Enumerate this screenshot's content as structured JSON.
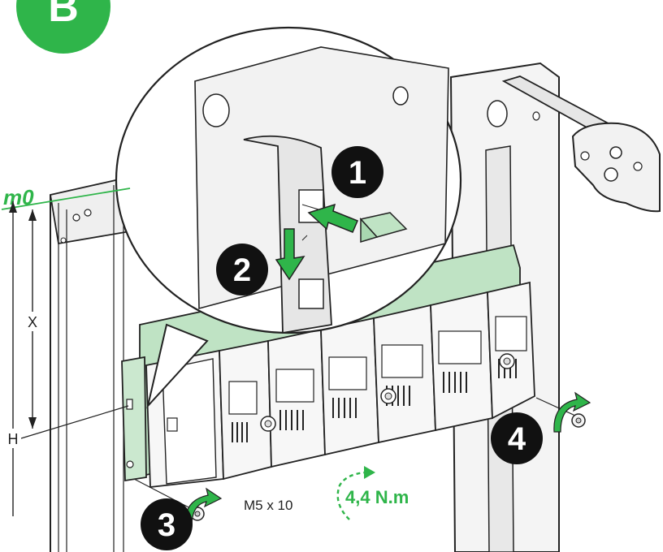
{
  "badge": {
    "letter": "B"
  },
  "reference_mark": "m0",
  "dimensions": {
    "x_label": "X",
    "h_label": "H"
  },
  "steps": [
    "1",
    "2",
    "3",
    "4"
  ],
  "screw_spec": "M5 x 10",
  "torque": "4,4 N.m",
  "colors": {
    "accent_green": "#2fb54a",
    "plate_green": "#bfe3c4",
    "panel_grey": "#f2f2f2",
    "step_badge": "#111111",
    "outline": "#222222"
  }
}
